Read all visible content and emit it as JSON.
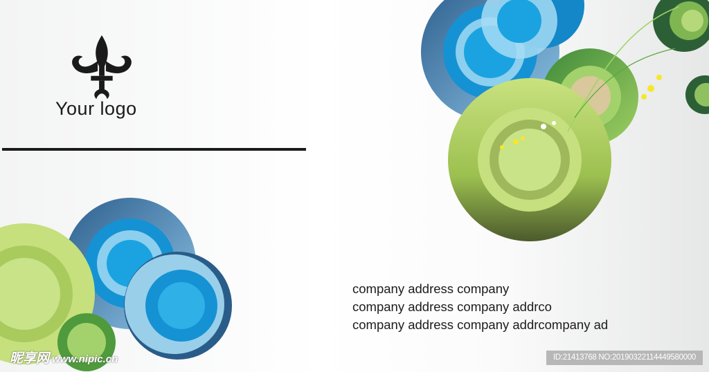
{
  "logo": {
    "icon": "fleur-de-lis-icon",
    "text": "Your logo"
  },
  "address_lines": [
    "company address company",
    "company address company addrco",
    "company address company addrcompany ad"
  ],
  "watermark": {
    "site_name": "昵享网",
    "url": "www.nipic.cn"
  },
  "image_id": "ID:21413768 NO:20190322114449580000",
  "colors": {
    "blue": "#1a8fd0",
    "light_blue": "#8fd3f2",
    "lime": "#b8d86a",
    "green": "#4f9a3c",
    "dark": "#1b1b1b"
  }
}
